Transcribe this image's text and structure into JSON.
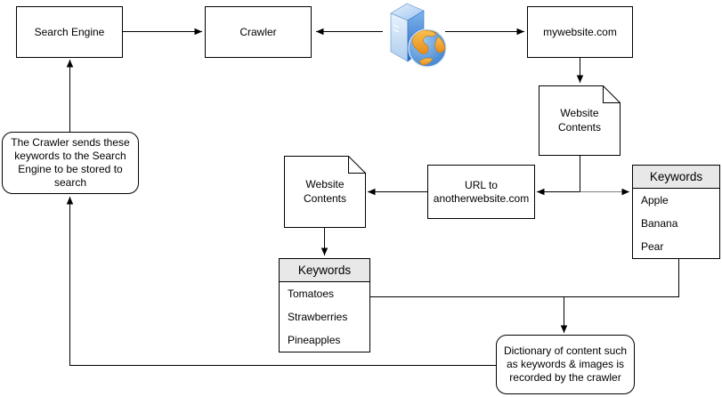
{
  "diagram": {
    "title": "Web crawler keyword flow diagram",
    "nodes": {
      "search_engine": "Search Engine",
      "crawler": "Crawler",
      "mywebsite": "mywebsite.com",
      "website_contents_top": "Website Contents",
      "url_box": "URL to anotherwebsite.com",
      "website_contents_mid": "Website Contents",
      "crawler_note": "The Crawler sends these keywords to the Search Engine to be stored to search",
      "dictionary_note": "Dictionary of content such as keywords & images is recorded by the crawler"
    },
    "tables": {
      "right": {
        "header": "Keywords",
        "rows": [
          "Apple",
          "Banana",
          "Pear"
        ]
      },
      "left": {
        "header": "Keywords",
        "rows": [
          "Tomatoes",
          "Strawberries",
          "Pineapples"
        ]
      }
    },
    "icons": {
      "server": "server-with-globe-icon"
    },
    "colors": {
      "table_header_bg": "#e8e8e8",
      "line": "#000000",
      "gray_line_segment": "#808080",
      "server_blue": "#2e74d2",
      "server_light_face": "#d7e7f8",
      "globe_ocean_blue": "#4a90d8",
      "globe_land_orange": "#f2a437"
    }
  }
}
